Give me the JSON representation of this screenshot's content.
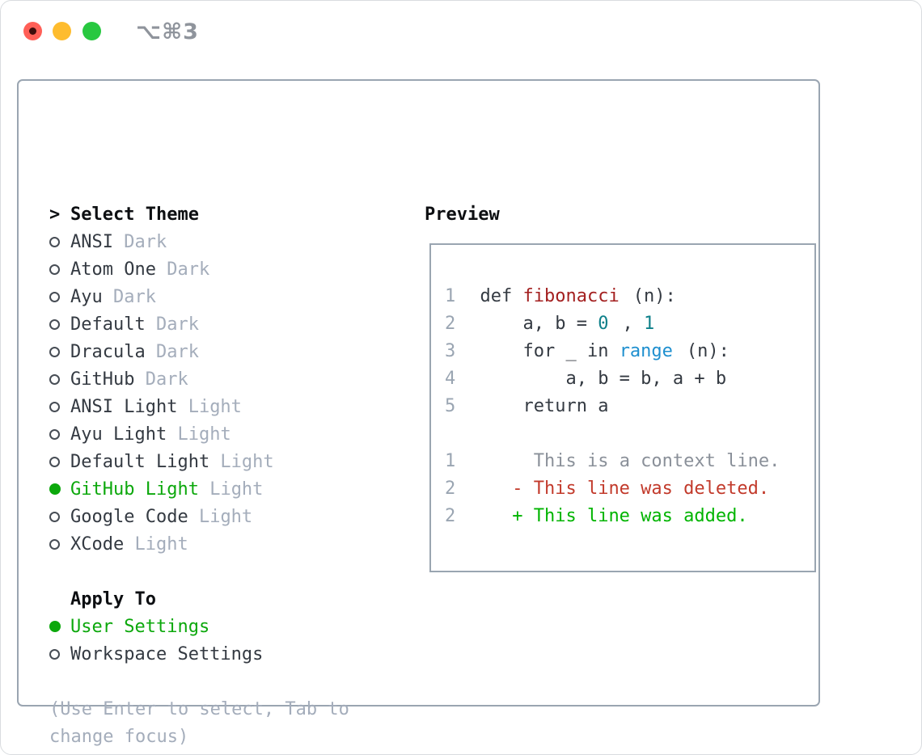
{
  "window": {
    "title": "⌥⌘3",
    "traffic_lights": [
      "close-button",
      "minimize-button",
      "zoom-button"
    ]
  },
  "sidebar": {
    "header": {
      "prefix": ">",
      "label": "Select Theme"
    },
    "themes": [
      {
        "name": "ANSI",
        "variant": "Dark",
        "selected": false
      },
      {
        "name": "Atom One",
        "variant": "Dark",
        "selected": false
      },
      {
        "name": "Ayu",
        "variant": "Dark",
        "selected": false
      },
      {
        "name": "Default",
        "variant": "Dark",
        "selected": false
      },
      {
        "name": "Dracula",
        "variant": "Dark",
        "selected": false
      },
      {
        "name": "GitHub",
        "variant": "Dark",
        "selected": false
      },
      {
        "name": "ANSI Light",
        "variant": "Light",
        "selected": false
      },
      {
        "name": "Ayu Light",
        "variant": "Light",
        "selected": false
      },
      {
        "name": "Default Light",
        "variant": "Light",
        "selected": false
      },
      {
        "name": "GitHub Light",
        "variant": "Light",
        "selected": true
      },
      {
        "name": "Google Code",
        "variant": "Light",
        "selected": false
      },
      {
        "name": "XCode",
        "variant": "Light",
        "selected": false
      }
    ],
    "apply_to": {
      "header": "Apply To",
      "options": [
        {
          "label": "User Settings",
          "selected": true
        },
        {
          "label": "Workspace Settings",
          "selected": false
        }
      ]
    },
    "hint_lines": [
      "(Use Enter to select, Tab to",
      "change focus)"
    ]
  },
  "preview": {
    "header": "Preview",
    "code_lines": [
      [
        {
          "text": "1",
          "style": "num"
        },
        {
          "text": " def ",
          "style": "code"
        },
        {
          "text": "fibonacci",
          "style": "func"
        },
        {
          "text": "(n):",
          "style": "code"
        }
      ],
      [
        {
          "text": "2",
          "style": "num"
        },
        {
          "text": "     a, b = ",
          "style": "code"
        },
        {
          "text": "0",
          "style": "lit"
        },
        {
          "text": ", ",
          "style": "code"
        },
        {
          "text": "1",
          "style": "lit"
        }
      ],
      [
        {
          "text": "3",
          "style": "num"
        },
        {
          "text": "     for _ in ",
          "style": "code"
        },
        {
          "text": "range",
          "style": "builtin"
        },
        {
          "text": "(n):",
          "style": "code"
        }
      ],
      [
        {
          "text": "4",
          "style": "num"
        },
        {
          "text": "         a, b = b, a + b",
          "style": "code"
        }
      ],
      [
        {
          "text": "5",
          "style": "num"
        },
        {
          "text": "     return a",
          "style": "code"
        }
      ],
      [],
      [
        {
          "text": "1",
          "style": "num"
        },
        {
          "text": "      ",
          "style": "code"
        },
        {
          "text": "This is a context line.",
          "style": "ctx"
        }
      ],
      [
        {
          "text": "2",
          "style": "num"
        },
        {
          "text": "    ",
          "style": "code"
        },
        {
          "text": "- This line was deleted.",
          "style": "del"
        }
      ],
      [
        {
          "text": "2",
          "style": "num"
        },
        {
          "text": "    ",
          "style": "code"
        },
        {
          "text": "+ This line was added.",
          "style": "add"
        }
      ]
    ]
  },
  "colors": {
    "selected_green": "#0ca80c",
    "added_green": "#00b400",
    "deleted_red": "#c23a2b",
    "function_red": "#a31f1f",
    "literal_teal": "#0e808a",
    "builtin_blue": "#1e8fcf",
    "context_gray": "#8a9099",
    "lineno_gray": "#9aa5b2",
    "text_dark": "#343a42",
    "muted_gray": "#a4adbb",
    "header_black": "#0d0f12",
    "border_gray": "#9aa5b1",
    "title_gray": "#8f949c",
    "titlebar_red": "#ff5f57",
    "titlebar_yellow": "#febc2e",
    "titlebar_green": "#28c840"
  }
}
